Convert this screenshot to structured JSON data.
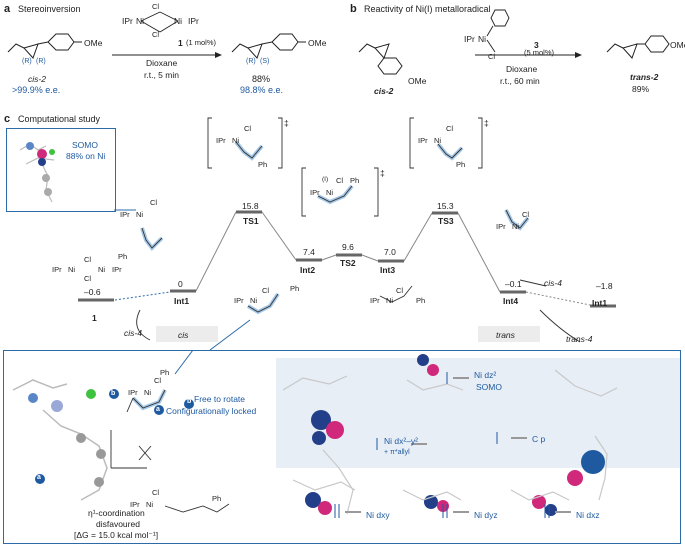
{
  "panel_a": {
    "letter": "a",
    "title": "Stereoinversion",
    "catalyst_left": "IPr",
    "catalyst_right": "IPr",
    "catalyst_label": "1",
    "catalyst_loading": "(1 mol%)",
    "solvent": "Dioxane",
    "conditions": "r.t., 5 min",
    "reactant_name": "cis-2",
    "reactant_ee": ">99.9% e.e.",
    "product_yield": "88%",
    "product_ee": "98.8% e.e.",
    "stereo_r1": "(R)",
    "stereo_r2": "(R)",
    "stereo_p1": "(R)",
    "stereo_p2": "(S)",
    "substituent": "OMe"
  },
  "panel_b": {
    "letter": "b",
    "title": "Reactivity of Ni(I) metalloradical",
    "reagent_ligand": "IPr",
    "reagent_label": "3",
    "reagent_loading": "(5 mol%)",
    "solvent": "Dioxane",
    "conditions": "r.t., 60 min",
    "reactant_name": "cis-2",
    "product_name": "trans-2",
    "product_yield": "89%",
    "substituent": "OMe"
  },
  "panel_c": {
    "letter": "c",
    "title": "Computational study",
    "somo_label": "SOMO",
    "somo_pct": "88% on Ni",
    "levels": [
      {
        "name": "Int1",
        "value": "0"
      },
      {
        "name": "TS1",
        "value": "15.8"
      },
      {
        "name": "Int2",
        "value": "7.4"
      },
      {
        "name": "TS2",
        "value": "9.6"
      },
      {
        "name": "Int3",
        "value": "7.0"
      },
      {
        "name": "TS3",
        "value": "15.3"
      },
      {
        "name": "Int4",
        "value": "–0.1"
      },
      {
        "name": "Int1",
        "value": "–1.8"
      },
      {
        "name": "1",
        "value": "–0.6"
      }
    ],
    "cis_label": "cis",
    "trans_label": "trans",
    "cis4_in": "cis-4",
    "cis4_out": "cis-4",
    "trans4_out": "trans-4",
    "dagger": "‡",
    "ipr": "IPr",
    "ni": "Ni",
    "cl": "Cl",
    "ph": "Ph",
    "ox": "(I)"
  },
  "inset": {
    "label_a": "a",
    "label_b": "b",
    "configurationally_locked": "Configurationally locked",
    "free_to_rotate": "Free to rotate",
    "eta1_line1": "η¹-coordination",
    "eta1_line2": "disfavoured",
    "eta1_line3": "[ΔG = 15.0 kcal mol⁻¹]",
    "orbitals": {
      "dz2": "Ni dz²",
      "somo": "SOMO",
      "dx2y2": "Ni dx²–y²",
      "pi_allyl": "+ π*allyl",
      "cp": "C p",
      "dxy": "Ni dxy",
      "dyz": "Ni dyz",
      "dxz": "Ni dxz"
    }
  }
}
